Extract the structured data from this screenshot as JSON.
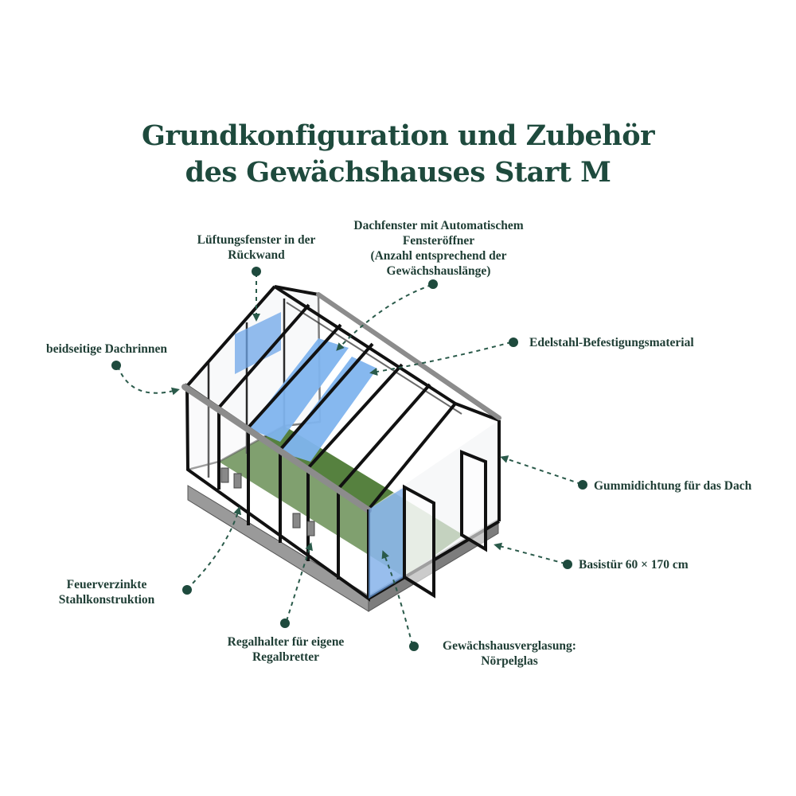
{
  "title": {
    "line1": "Grundkonfiguration und Zubehör",
    "line2": "des Gewächshauses Start M"
  },
  "colors": {
    "title": "#1e4a3d",
    "label": "#1e3d34",
    "leader": "#2a5a4a",
    "frame": "#111111",
    "glass": "#7fb4ee",
    "floor": "#4d7a35"
  },
  "labels": {
    "lueftungsfenster": [
      "Lüftungsfenster in der",
      "Rückwand"
    ],
    "dachfenster": [
      "Dachfenster mit Automatischem",
      "Fensteröffner",
      "(Anzahl entsprechend der",
      "Gewächshauslänge)"
    ],
    "dachrinnen": [
      "beidseitige Dachrinnen"
    ],
    "edelstahl": [
      "Edelstahl-Befestigungsmaterial"
    ],
    "gummidichtung": [
      "Gummidichtung für das Dach"
    ],
    "basistuer": [
      "Basistür 60 × 170 cm"
    ],
    "stahlkonstruktion": [
      "Feuerverzinkte",
      "Stahlkonstruktion"
    ],
    "regalhalter": [
      "Regalhalter für eigene",
      "Regalbretter"
    ],
    "verglasung": [
      "Gewächshausverglasung:",
      "Nörpelglas"
    ]
  }
}
